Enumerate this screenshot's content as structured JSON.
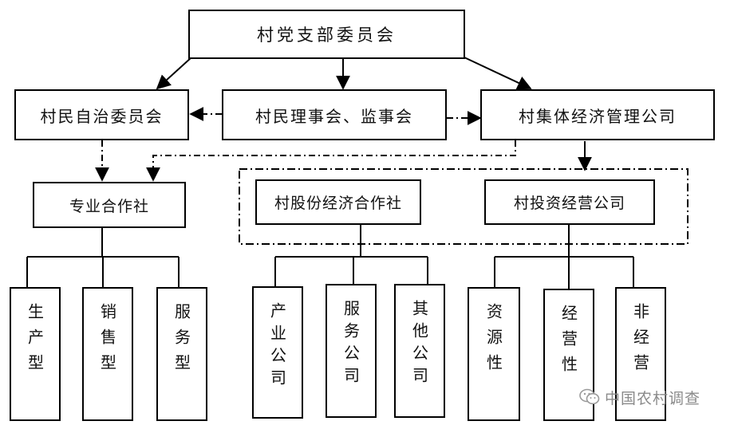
{
  "nodes": {
    "party_committee": "村党支部委员会",
    "villager_committee": "村民自治委员会",
    "council": "村民理事会、监事会",
    "collective_company": "村集体经济管理公司",
    "coop": "专业合作社",
    "share_coop": "村股份经济合作社",
    "investment_company": "村投资经营公司"
  },
  "coop_types": [
    "生产型",
    "销售型",
    "服务型"
  ],
  "share_coop_types": [
    "产业公司",
    "服务公司",
    "其他公司"
  ],
  "investment_types": [
    "资源性",
    "经营性",
    "非经营"
  ],
  "watermark": {
    "text": "中国农村调查",
    "icon": "wechat-icon"
  }
}
